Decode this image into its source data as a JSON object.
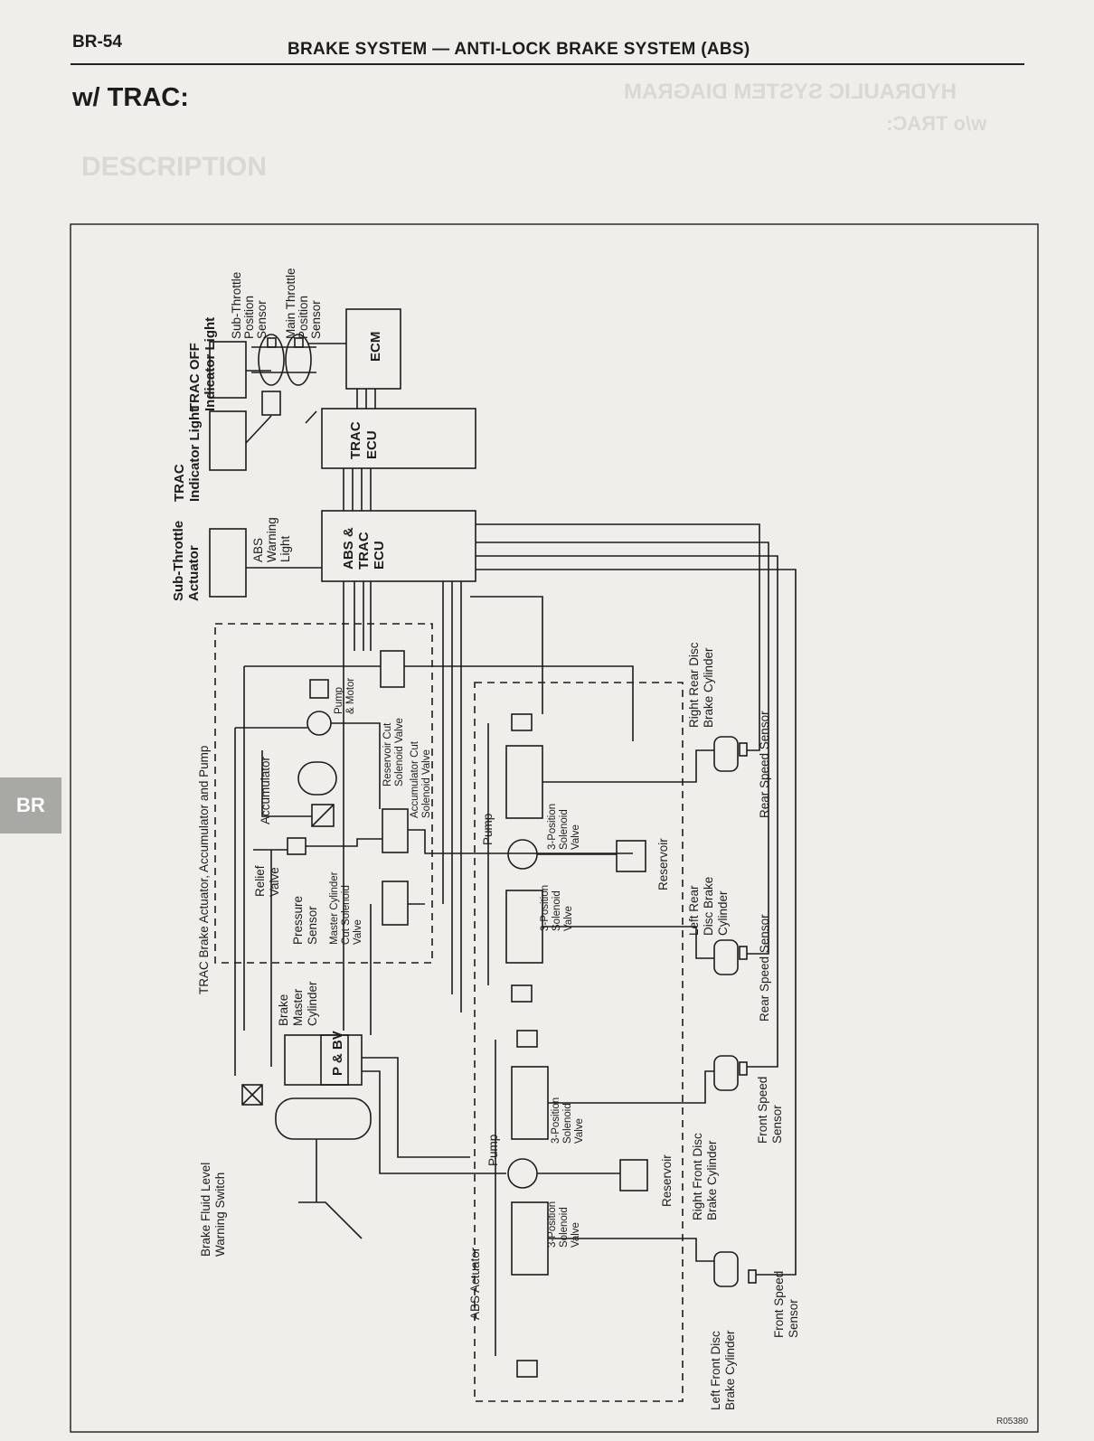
{
  "header": {
    "page_number": "BR-54",
    "title": "BRAKE SYSTEM — ANTI-LOCK BRAKE SYSTEM (ABS)",
    "section": "w/ TRAC:"
  },
  "side_tab": "BR",
  "background_ghost": {
    "line1": "HYDRAULIC SYSTEM DIAGRAM",
    "line2": "w/o TRAC:",
    "line3": "DESCRIPTION"
  },
  "diagram": {
    "code": "R05380",
    "labels": {
      "trac_off_indicator": [
        "TRAC OFF",
        "Indicator Light"
      ],
      "trac_indicator": [
        "TRAC",
        "Indicator Light"
      ],
      "sub_throttle_actuator": [
        "Sub-Throttle",
        "Actuator"
      ],
      "sub_throttle_position_sensor": [
        "Sub-Throttle",
        "Position",
        "Sensor"
      ],
      "main_throttle_position_sensor": [
        "Main Throttle",
        "Position",
        "Sensor"
      ],
      "ecm": "ECM",
      "trac_ecu": [
        "TRAC",
        "ECU"
      ],
      "abs_trac_ecu": [
        "ABS &",
        "TRAC",
        "ECU"
      ],
      "abs_warning_light": [
        "ABS",
        "Warning",
        "Light"
      ],
      "trac_brake_actuator": "TRAC Brake Actuator, Accumulator and Pump",
      "pump_motor": [
        "Pump",
        "& Motor"
      ],
      "accumulator": "Accumulator",
      "reservoir_cut": [
        "Reservoir Cut",
        "Solenoid Valve"
      ],
      "accumulator_cut": [
        "Accumulator Cut",
        "Solenoid Valve"
      ],
      "relief_valve": [
        "Relief",
        "Valve"
      ],
      "pressure_sensor": [
        "Pressure",
        "Sensor"
      ],
      "master_cylinder_cut": [
        "Master Cylinder",
        "Cut Solenoid",
        "Valve"
      ],
      "brake_master_cylinder": [
        "Brake",
        "Master",
        "Cylinder"
      ],
      "p_bv": "P & BV",
      "brake_fluid_switch": [
        "Brake Fluid Level",
        "Warning Switch"
      ],
      "pump": "Pump",
      "three_pos_valve": [
        "3-Position",
        "Solenoid",
        "Valve"
      ],
      "reservoir": "Reservoir",
      "abs_actuator": "ABS Actuator",
      "right_rear": [
        "Right Rear Disc",
        "Brake Cylinder"
      ],
      "left_rear": [
        "Left Rear",
        "Disc Brake",
        "Cylinder"
      ],
      "right_front": [
        "Right Front Disc",
        "Brake Cylinder"
      ],
      "left_front": [
        "Left Front Disc",
        "Brake Cylinder"
      ],
      "rear_speed_sensor": "Rear Speed Sensor",
      "front_speed_sensor": [
        "Front Speed",
        "Sensor"
      ]
    }
  }
}
